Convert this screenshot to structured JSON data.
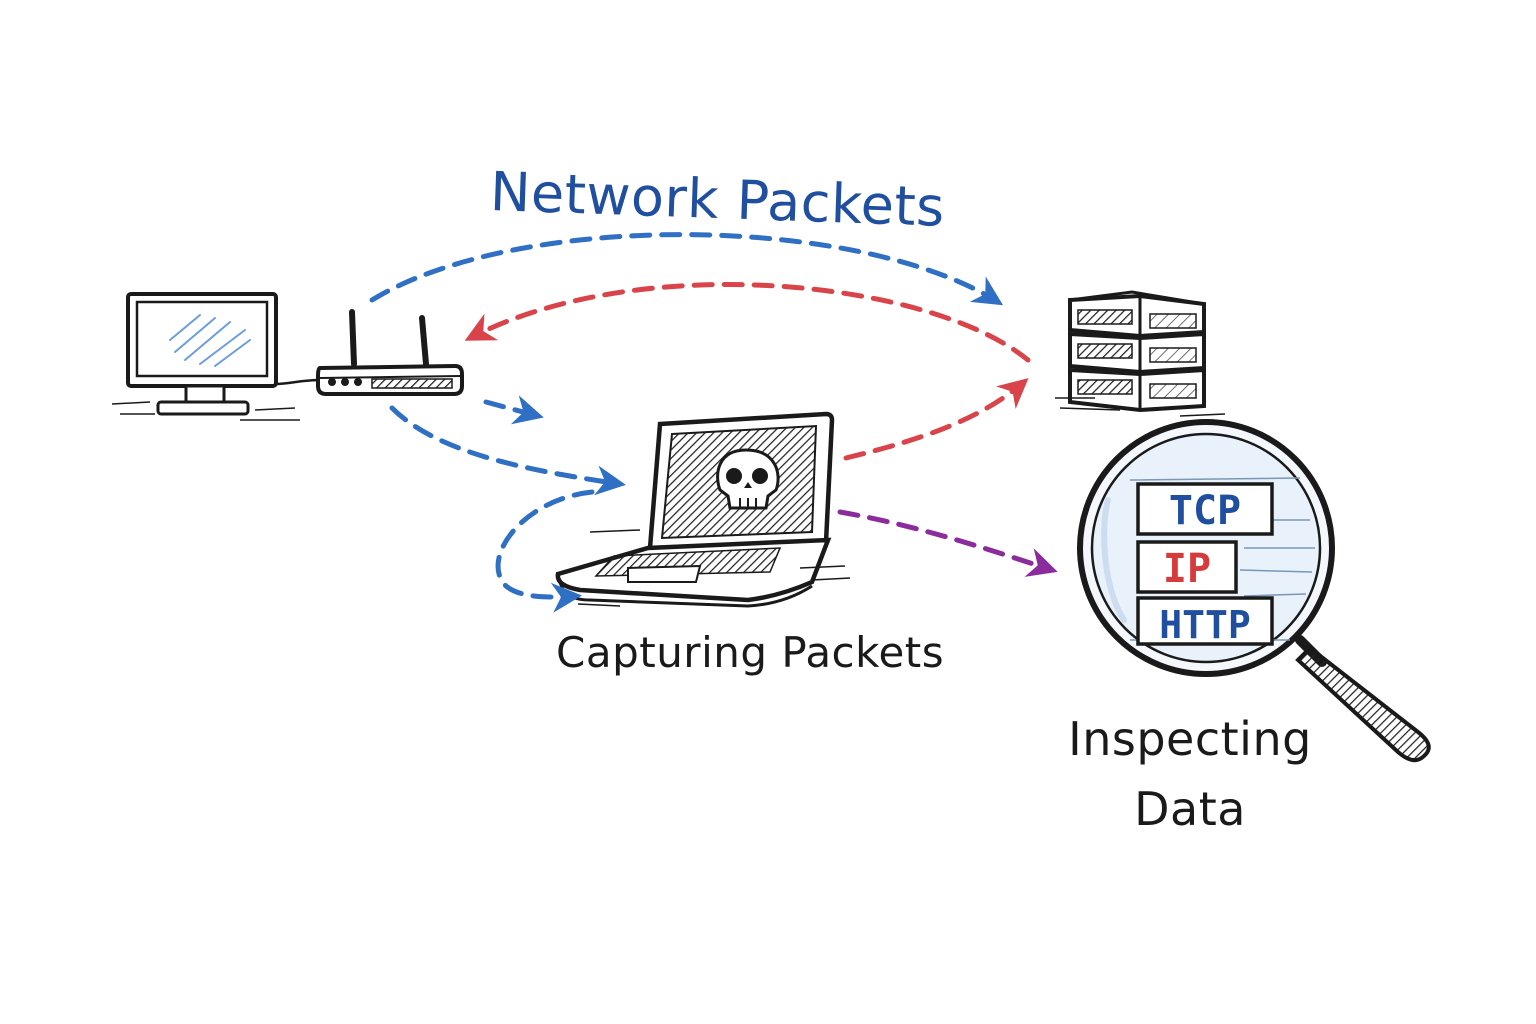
{
  "labels": {
    "network_packets": "Network Packets",
    "capturing_packets": "Capturing Packets",
    "inspecting_line1": "Inspecting",
    "inspecting_line2": "Data"
  },
  "protocols": [
    {
      "name": "TCP",
      "color": "#1f4f9e"
    },
    {
      "name": "IP",
      "color": "#d63a3a"
    },
    {
      "name": "HTTP",
      "color": "#1f4f9e"
    }
  ],
  "colors": {
    "ink": "#1a1a1a",
    "blue": "#2f6fc4",
    "red": "#d9444a",
    "purple": "#8a2c9c",
    "title": "#1f4f9e"
  },
  "icons": [
    "desktop-monitor-icon",
    "router-icon",
    "laptop-skull-icon",
    "server-rack-icon",
    "magnifying-glass-icon",
    "skull-icon"
  ]
}
